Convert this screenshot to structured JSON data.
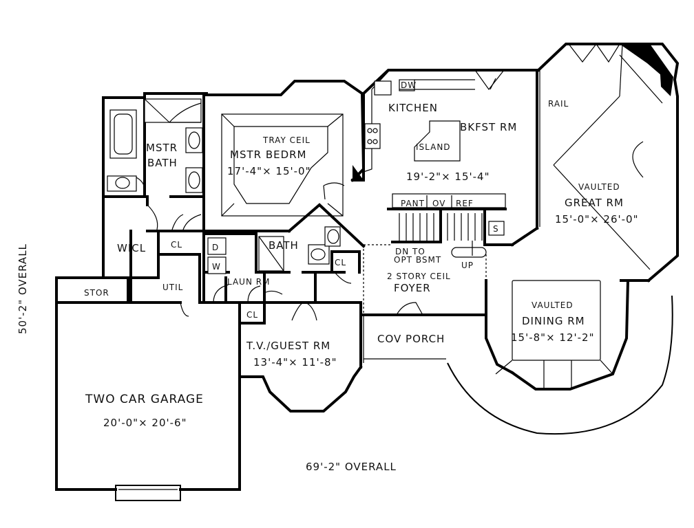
{
  "overall": {
    "width": "69'-2\" OVERALL",
    "depth": "50'-2\" OVERALL"
  },
  "rooms": {
    "mstr_bath": {
      "line1": "MSTR",
      "line2": "BATH"
    },
    "mstr_bedrm": {
      "ceiling": "TRAY CEIL",
      "name": "MSTR BEDRM",
      "dims": "17'-4\"× 15'-0\""
    },
    "kitchen": {
      "name": "KITCHEN",
      "dw": "DW",
      "island": "ISLAND",
      "dims": "19'-2\"× 15'-4\""
    },
    "bkfst": {
      "name": "BKFST RM"
    },
    "great_rm": {
      "rail": "RAIL",
      "ceiling": "VAULTED",
      "name": "GREAT RM",
      "dims": "15'-0\"× 26'-0\""
    },
    "pantry": {
      "pant": "PANT",
      "ov": "OV",
      "ref": "REF",
      "s": "S"
    },
    "stairs": {
      "down": "DN TO",
      "down2": "OPT BSMT",
      "up": "UP"
    },
    "wicl": {
      "name": "WICL"
    },
    "cl1": {
      "name": "CL"
    },
    "cl2": {
      "name": "CL"
    },
    "cl3": {
      "name": "CL"
    },
    "bath": {
      "name": "BATH"
    },
    "laundry": {
      "name": "LAUN RM",
      "d": "D",
      "w": "W"
    },
    "util": {
      "name": "UTIL"
    },
    "stor": {
      "name": "STOR"
    },
    "foyer": {
      "ceiling": "2 STORY CEIL",
      "name": "FOYER"
    },
    "dining": {
      "ceiling": "VAULTED",
      "name": "DINING RM",
      "dims": "15'-8\"× 12'-2\""
    },
    "cov_porch": {
      "name": "COV PORCH"
    },
    "tv_guest": {
      "name": "T.V./GUEST RM",
      "dims": "13'-4\"× 11'-8\""
    },
    "garage": {
      "name": "TWO CAR GARAGE",
      "dims": "20'-0\"× 20'-6\""
    }
  }
}
